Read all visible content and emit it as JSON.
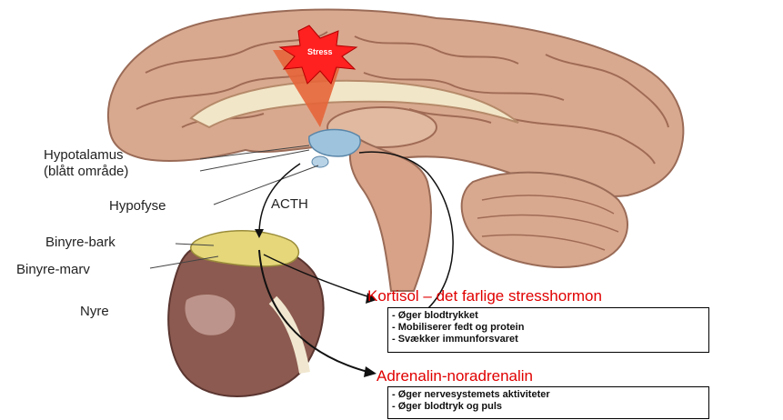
{
  "labels": {
    "stress": "Stress",
    "hypotalamus_line1": "Hypotalamus",
    "hypotalamus_line2": "(blått område)",
    "hypofyse": "Hypofyse",
    "acth": "ACTH",
    "binyre_bark": "Binyre-bark",
    "binyre_marv": "Binyre-marv",
    "nyre": "Nyre"
  },
  "kortisol": {
    "title": "Kortisol – det farlige stresshormon",
    "items": [
      "- Øger blodtrykket",
      "- Mobiliserer fedt og protein",
      "- Svækker immunforsvaret"
    ]
  },
  "adrenalin": {
    "title": "Adrenalin-noradrenalin",
    "items": [
      "- Øger nervesystemets aktiviteter",
      "- Øger blodtryk og puls"
    ]
  },
  "colors": {
    "accent_red": "#e00000",
    "brain": "#d9a98f",
    "hypothalamus_blue": "#9ec3dd",
    "gland_yellow": "#e5d77a",
    "kidney": "#8c5a50"
  }
}
